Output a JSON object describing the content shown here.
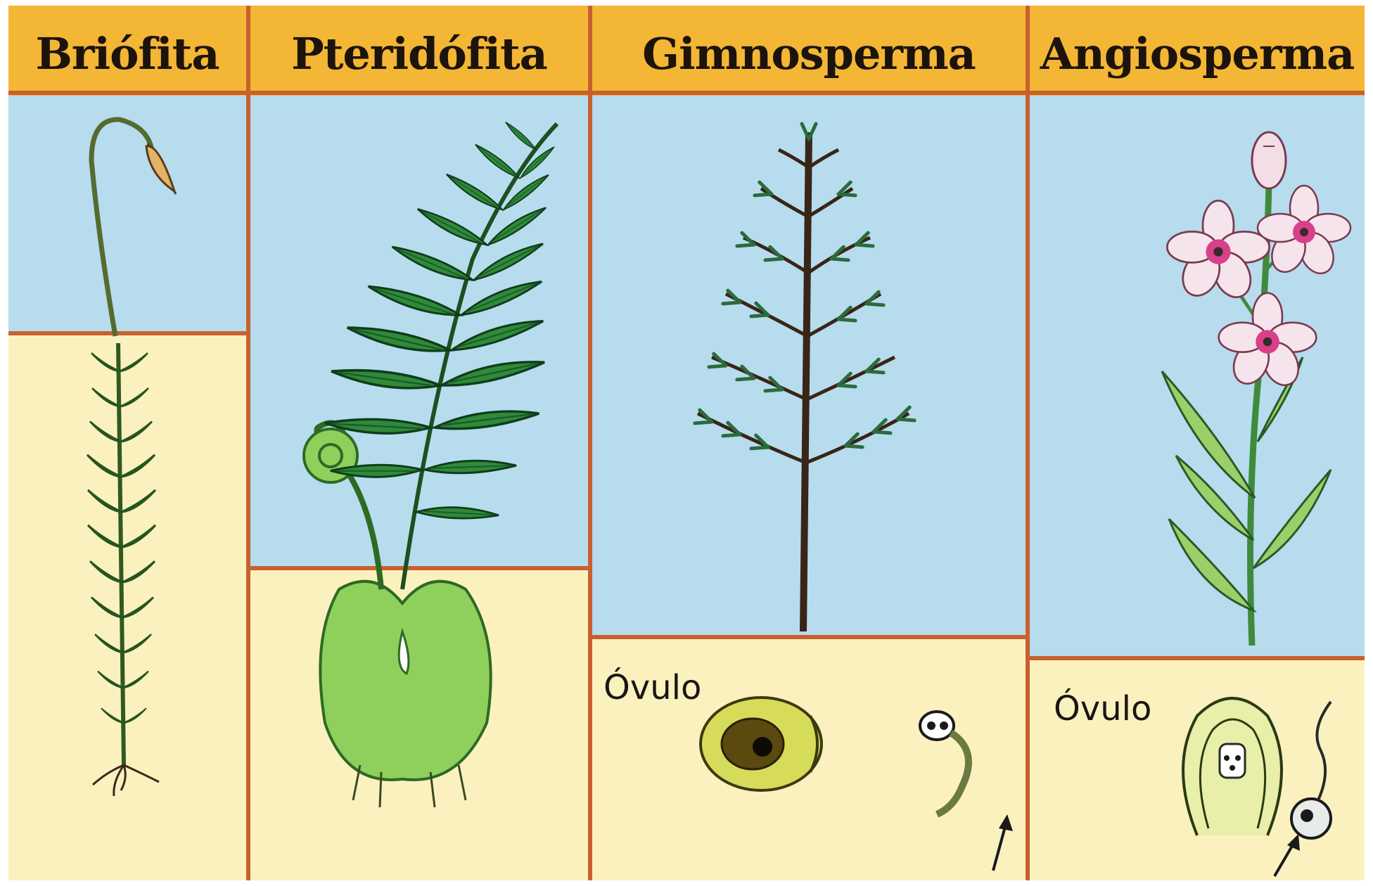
{
  "columns": [
    {
      "id": "briofita",
      "title": "Briófita",
      "ovule_label": ""
    },
    {
      "id": "pteridofita",
      "title": "Pteridófita",
      "ovule_label": ""
    },
    {
      "id": "gimnosperma",
      "title": "Gimnosperma",
      "ovule_label": "Óvulo"
    },
    {
      "id": "angiosperma",
      "title": "Angiosperma",
      "ovule_label": "Óvulo"
    }
  ],
  "colors": {
    "header": "#f3b635",
    "sky": "#b6dcee",
    "ground": "#fbf1bf",
    "divider": "#c8602e",
    "plant_green": "#2e8d3e",
    "petal_pink": "#e58bb3"
  },
  "icons": [
    "moss-icon",
    "fern-icon",
    "conifer-tree-icon",
    "flowering-plant-icon",
    "ovule-icon",
    "pollen-tube-icon"
  ]
}
